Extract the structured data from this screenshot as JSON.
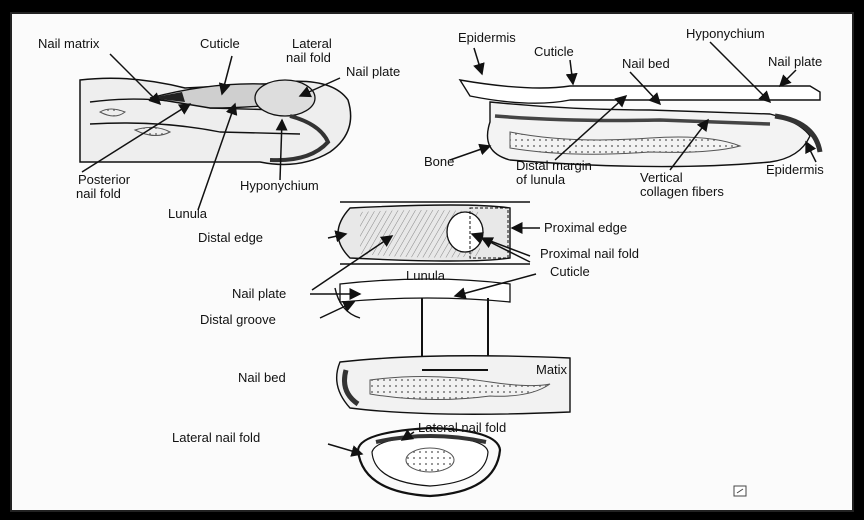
{
  "diagram": {
    "top_left": {
      "labels": {
        "nail_matrix": "Nail matrix",
        "cuticle": "Cuticle",
        "lateral_nail_fold_1": "Lateral",
        "lateral_nail_fold_2": "nail fold",
        "nail_plate": "Nail plate",
        "posterior_nail_fold_1": "Posterior",
        "posterior_nail_fold_2": "nail fold",
        "lunula": "Lunula",
        "hyponychium": "Hyponychium"
      }
    },
    "top_right": {
      "labels": {
        "epidermis_top": "Epidermis",
        "cuticle": "Cuticle",
        "nail_bed": "Nail bed",
        "hyponychium": "Hyponychium",
        "nail_plate": "Nail plate",
        "bone": "Bone",
        "distal_margin_1": "Distal margin",
        "distal_margin_2": "of lunula",
        "vertical_collagen_1": "Vertical",
        "vertical_collagen_2": "collagen fibers",
        "epidermis_bottom": "Epidermis"
      }
    },
    "bottom": {
      "labels": {
        "distal_edge": "Distal edge",
        "proximal_edge": "Proximal edge",
        "lunula": "Lunula",
        "proximal_nail_fold": "Proximal nail fold",
        "cuticle": "Cuticle",
        "nail_plate": "Nail plate",
        "distal_groove": "Distal groove",
        "nail_bed": "Nail bed",
        "matix": "Matix",
        "lateral_nail_fold_left": "Lateral nail fold",
        "lateral_nail_fold_right": "Lateral nail fold"
      }
    }
  }
}
